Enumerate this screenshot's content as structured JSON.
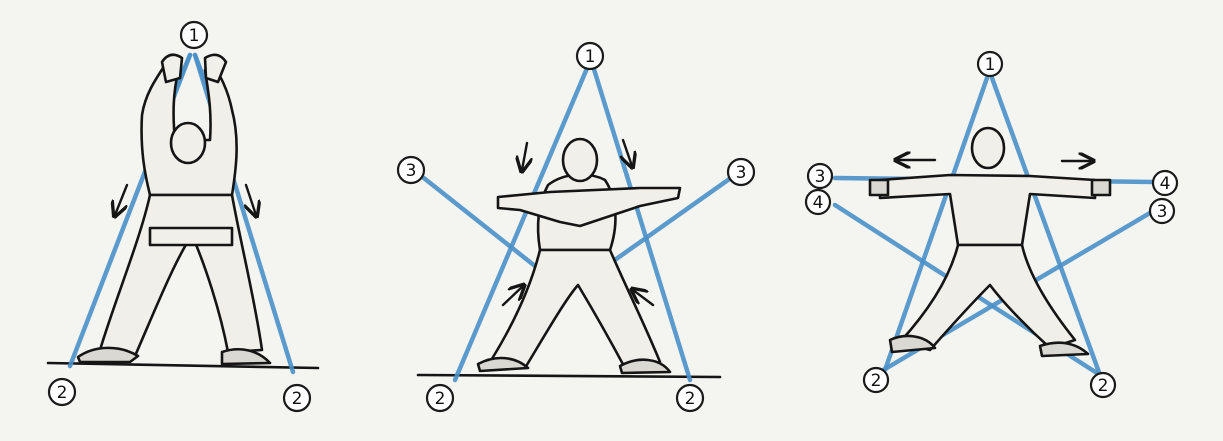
{
  "colors": {
    "background": "#f4f4f1",
    "guide_line": "#4a90c8",
    "ink": "#151515"
  },
  "panels": [
    {
      "id": "panel-1",
      "markers": [
        "1",
        "2",
        "2"
      ]
    },
    {
      "id": "panel-2",
      "markers": [
        "1",
        "3",
        "3",
        "2",
        "2"
      ]
    },
    {
      "id": "panel-3",
      "markers": [
        "1",
        "3",
        "4",
        "4",
        "3",
        "2",
        "2"
      ]
    }
  ]
}
